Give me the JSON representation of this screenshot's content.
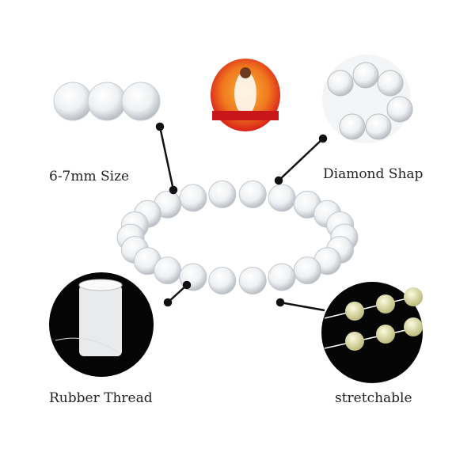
{
  "labels": {
    "size": "6-7mm Size",
    "shape": "Diamond Shap",
    "thread": "Rubber Thread",
    "stretch": "stretchable"
  },
  "colors": {
    "text": "#222222",
    "logo_red": "#e0261c",
    "logo_orange": "#f28a1e",
    "bead_yellow": "#e8e6b0"
  }
}
